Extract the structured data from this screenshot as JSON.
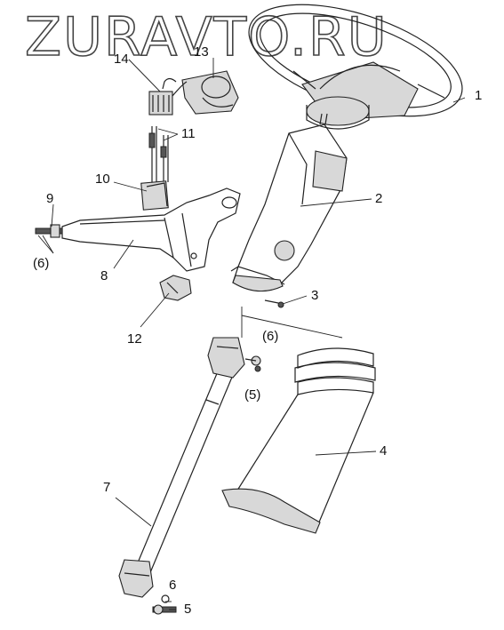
{
  "watermark": "ZURAVTO.RU",
  "callouts": {
    "c1": "1",
    "c2": "2",
    "c3": "3",
    "c4": "4",
    "c5": "5",
    "c6": "6",
    "c7": "7",
    "c8": "8",
    "c9": "9",
    "c10": "10",
    "c11": "11",
    "c12": "12",
    "c13": "13",
    "c14": "14",
    "p6a": "(6)",
    "p6b": "(6)",
    "p5": "(5)"
  }
}
